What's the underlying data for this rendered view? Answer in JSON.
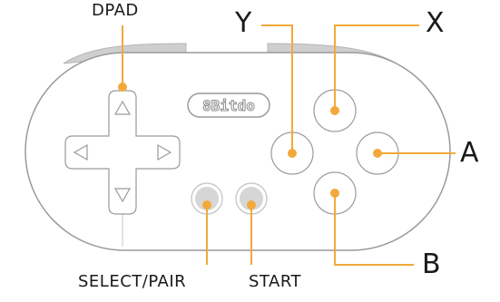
{
  "diagram": {
    "labels": {
      "dpad": "DPAD",
      "y": "Y",
      "x": "X",
      "a": "A",
      "b": "B",
      "select_pair": "SELECT/PAIR",
      "start": "START"
    },
    "brand_logo": "8Bitdo",
    "colors": {
      "callout_line": "#f2a93b",
      "callout_dot": "#f2a93b",
      "body_fill": "#ffffff",
      "body_stroke": "#9a9a9a",
      "shoulder_fill": "#cfcfcf",
      "button_stroke": "#9a9a9a",
      "small_button_fill": "#d6d6d6",
      "text": "#1a1a1a"
    }
  }
}
